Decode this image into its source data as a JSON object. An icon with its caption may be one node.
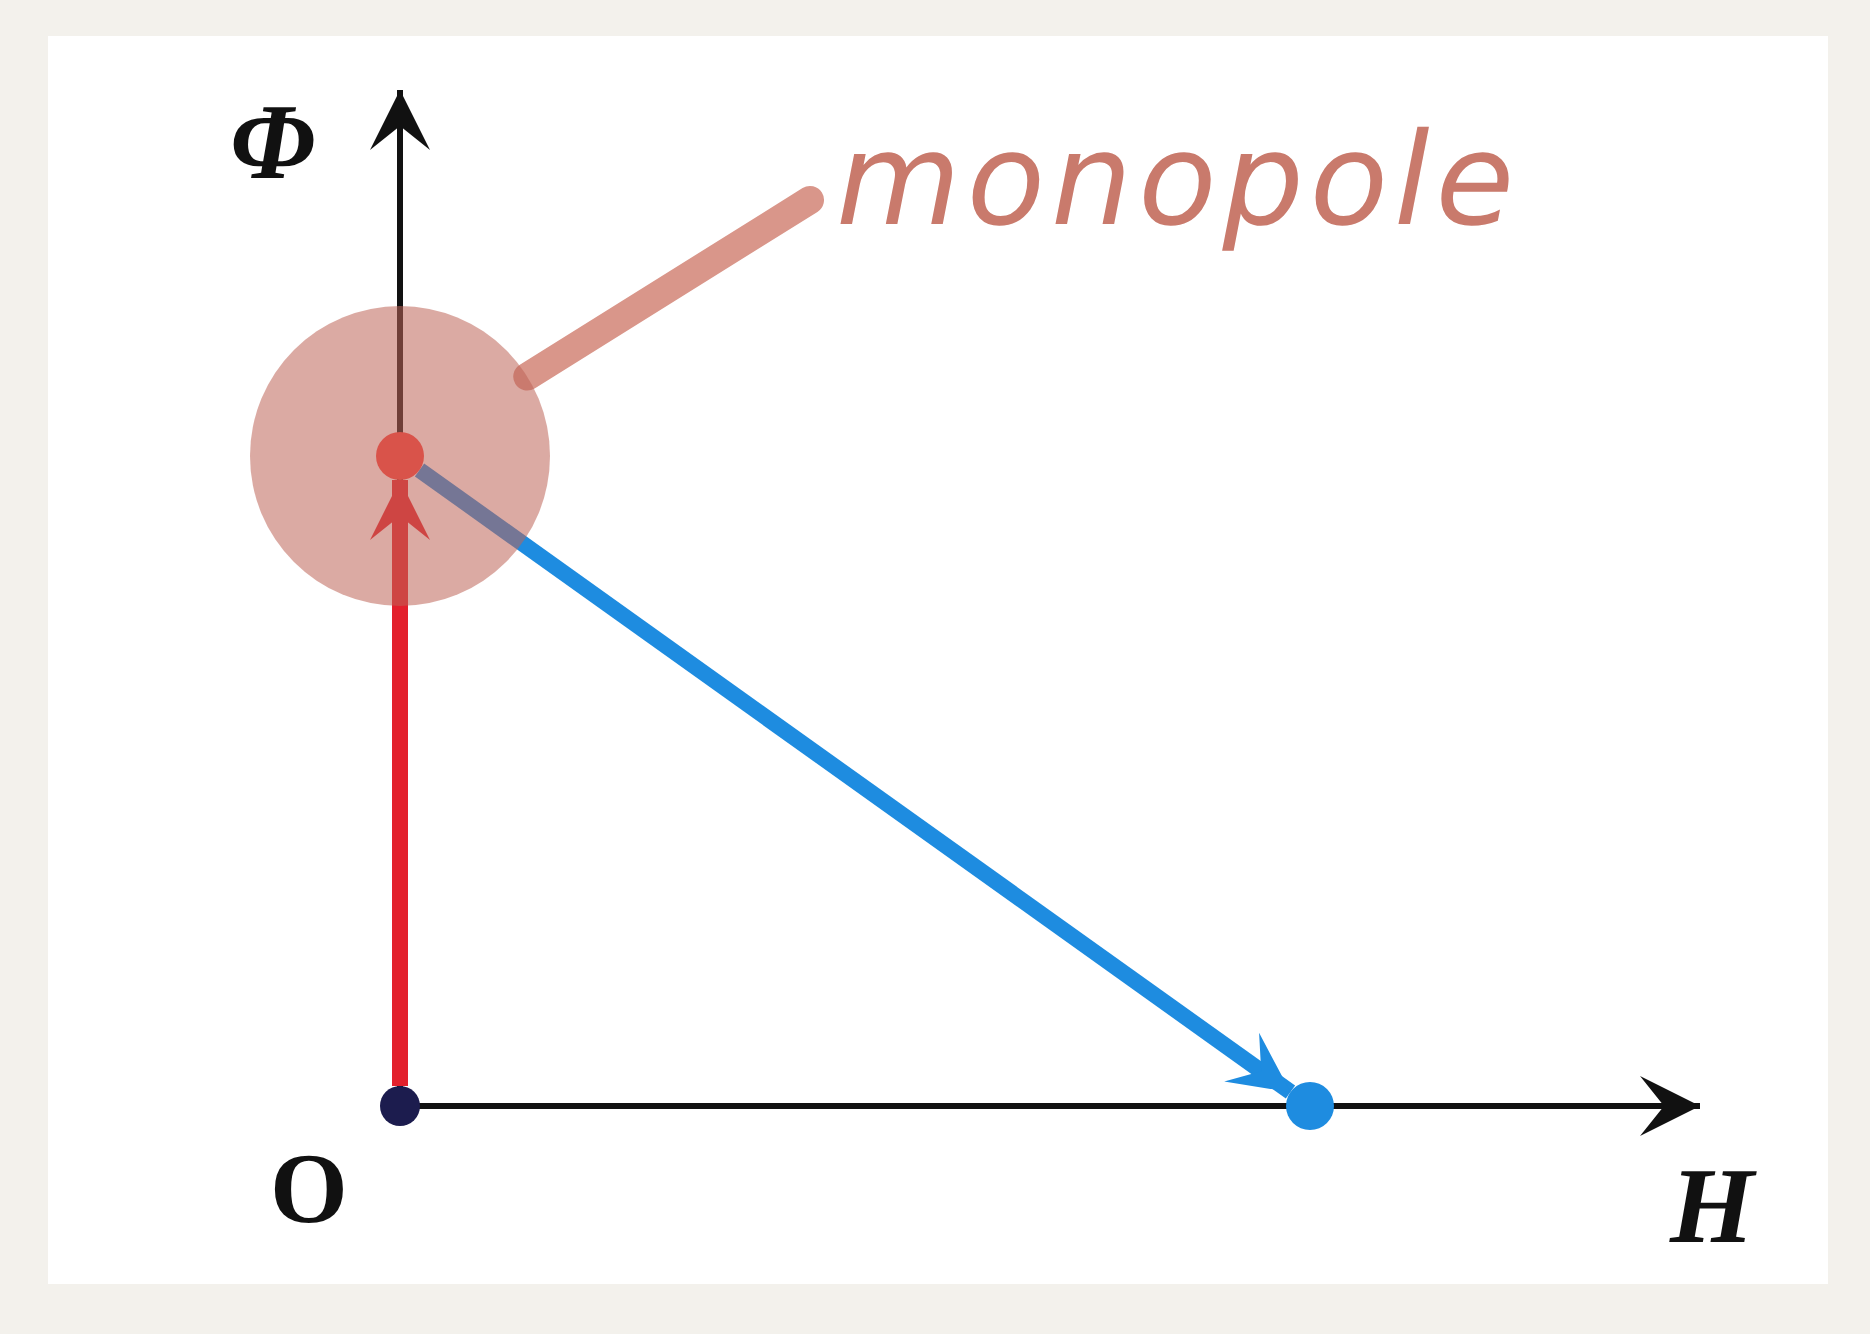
{
  "diagram": {
    "nodes": [
      {
        "text": [],
        "shape": "circle",
        "beside": [
          "O"
        ]
      },
      {
        "text": [],
        "shape": "circle"
      },
      {
        "text": [],
        "shape": "circle",
        "in": 1
      },
      {
        "text": [],
        "shape": "circle"
      },
      {
        "text": [
          "monopole"
        ]
      }
    ],
    "edges": [
      {
        "from": 0,
        "to": 2,
        "arrow": "to",
        "color": "#e3202c"
      },
      {
        "from": 2,
        "to": 3,
        "arrow": "to",
        "color": "#1e8ce0"
      },
      {
        "from": 4,
        "to": 1,
        "arrow": "none",
        "color": "#d9968a"
      }
    ],
    "labels": [
      "Φ",
      "H"
    ]
  }
}
